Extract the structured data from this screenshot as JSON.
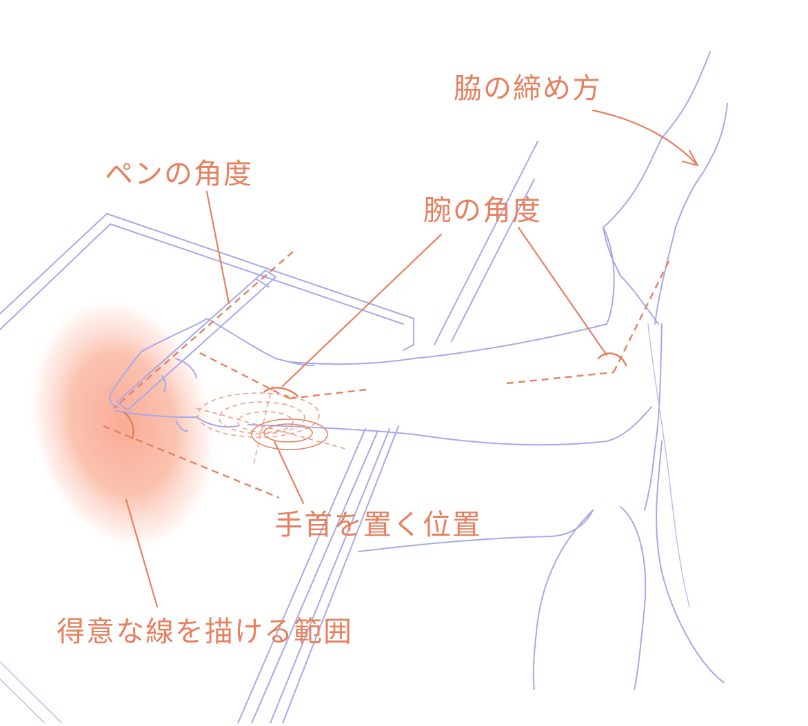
{
  "diagram": {
    "colors": {
      "accent": "#e6805e",
      "sketch_line": "#a5a9ea",
      "highlight_blob": "#f9a78f",
      "background": "#ffffff"
    },
    "labels": {
      "armpit": "脇の締め方",
      "pen_angle": "ペンの角度",
      "arm_angle": "腕の角度",
      "wrist_position": "手首を置く位置",
      "drawing_range": "得意な線を描ける範囲"
    }
  }
}
